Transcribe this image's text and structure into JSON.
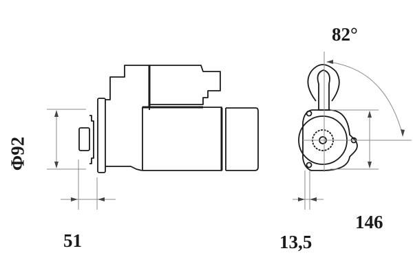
{
  "drawing": {
    "subject": "starter-motor",
    "views": [
      "side-view",
      "front-view"
    ],
    "colors": {
      "outline": "#1a1a1a",
      "dimension_line": "#8a8a8a",
      "background": "#ffffff"
    }
  },
  "dimensions": {
    "diameter": "Φ92",
    "angle": "82°",
    "flange_length": "51",
    "pinion_offset": "13,5",
    "mount_height": "146"
  }
}
